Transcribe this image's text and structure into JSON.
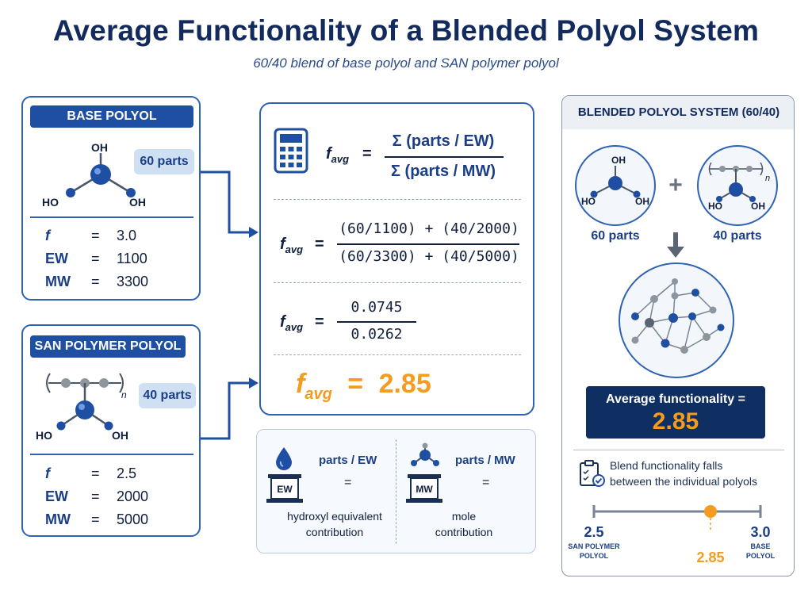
{
  "title": "Average Functionality of a Blended Polyol System",
  "subtitle": "60/40 blend of base polyol and SAN polymer polyol",
  "base_polyol": {
    "header": "BASE POLYOL",
    "parts": "60 parts",
    "atoms": {
      "top": "OH",
      "left": "HO",
      "right": "OH"
    },
    "props": [
      {
        "key": "f",
        "eq": "=",
        "value": "3.0"
      },
      {
        "key": "EW",
        "eq": "=",
        "value": "1100"
      },
      {
        "key": "MW",
        "eq": "=",
        "value": "3300"
      }
    ]
  },
  "san_polyol": {
    "header": "SAN POLYMER POLYOL",
    "parts": "40 parts",
    "subscript": "n",
    "atoms": {
      "left": "HO",
      "right": "OH"
    },
    "props": [
      {
        "key": "f",
        "eq": "=",
        "value": "2.5"
      },
      {
        "key": "EW",
        "eq": "=",
        "value": "2000"
      },
      {
        "key": "MW",
        "eq": "=",
        "value": "5000"
      }
    ]
  },
  "calc": {
    "symbol": "f",
    "symbol_sub": "avg",
    "eq": "=",
    "formula_num": "Σ (parts / EW)",
    "formula_den": "Σ (parts / MW)",
    "step1_num": "(60/1100) + (40/2000)",
    "step1_den": "(60/3300) + (40/5000)",
    "step2_num": "0.0745",
    "step2_den": "0.0262",
    "result": "2.85"
  },
  "legend": {
    "left_label": "parts / EW",
    "left_eq": "=",
    "left_box": "EW",
    "left_desc_1": "hydroxyl equivalent",
    "left_desc_2": "contribution",
    "right_label": "parts / MW",
    "right_eq": "=",
    "right_box": "MW",
    "right_desc_1": "mole",
    "right_desc_2": "contribution"
  },
  "blend": {
    "header": "BLENDED POLYOL SYSTEM (60/40)",
    "plus": "+",
    "left_parts": "60 parts",
    "right_parts": "40 parts",
    "subscript": "n",
    "atoms": {
      "top": "OH",
      "ho": "HO",
      "oh": "OH"
    },
    "avg_label": "Average functionality =",
    "avg_value": "2.85",
    "note_1": "Blend functionality falls",
    "note_2": "between the individual polyols",
    "scale": {
      "min": 2.5,
      "max": 3.0,
      "marker": 2.85,
      "min_label": "2.5",
      "max_label": "3.0",
      "marker_label": "2.85",
      "min_caption_1": "SAN POLYMER",
      "min_caption_2": "POLYOL",
      "max_caption_1": "BASE",
      "max_caption_2": "POLYOL"
    }
  },
  "colors": {
    "navy": "#1f4fa3",
    "orange": "#f39c1e",
    "dark_navy": "#0f2f63"
  }
}
